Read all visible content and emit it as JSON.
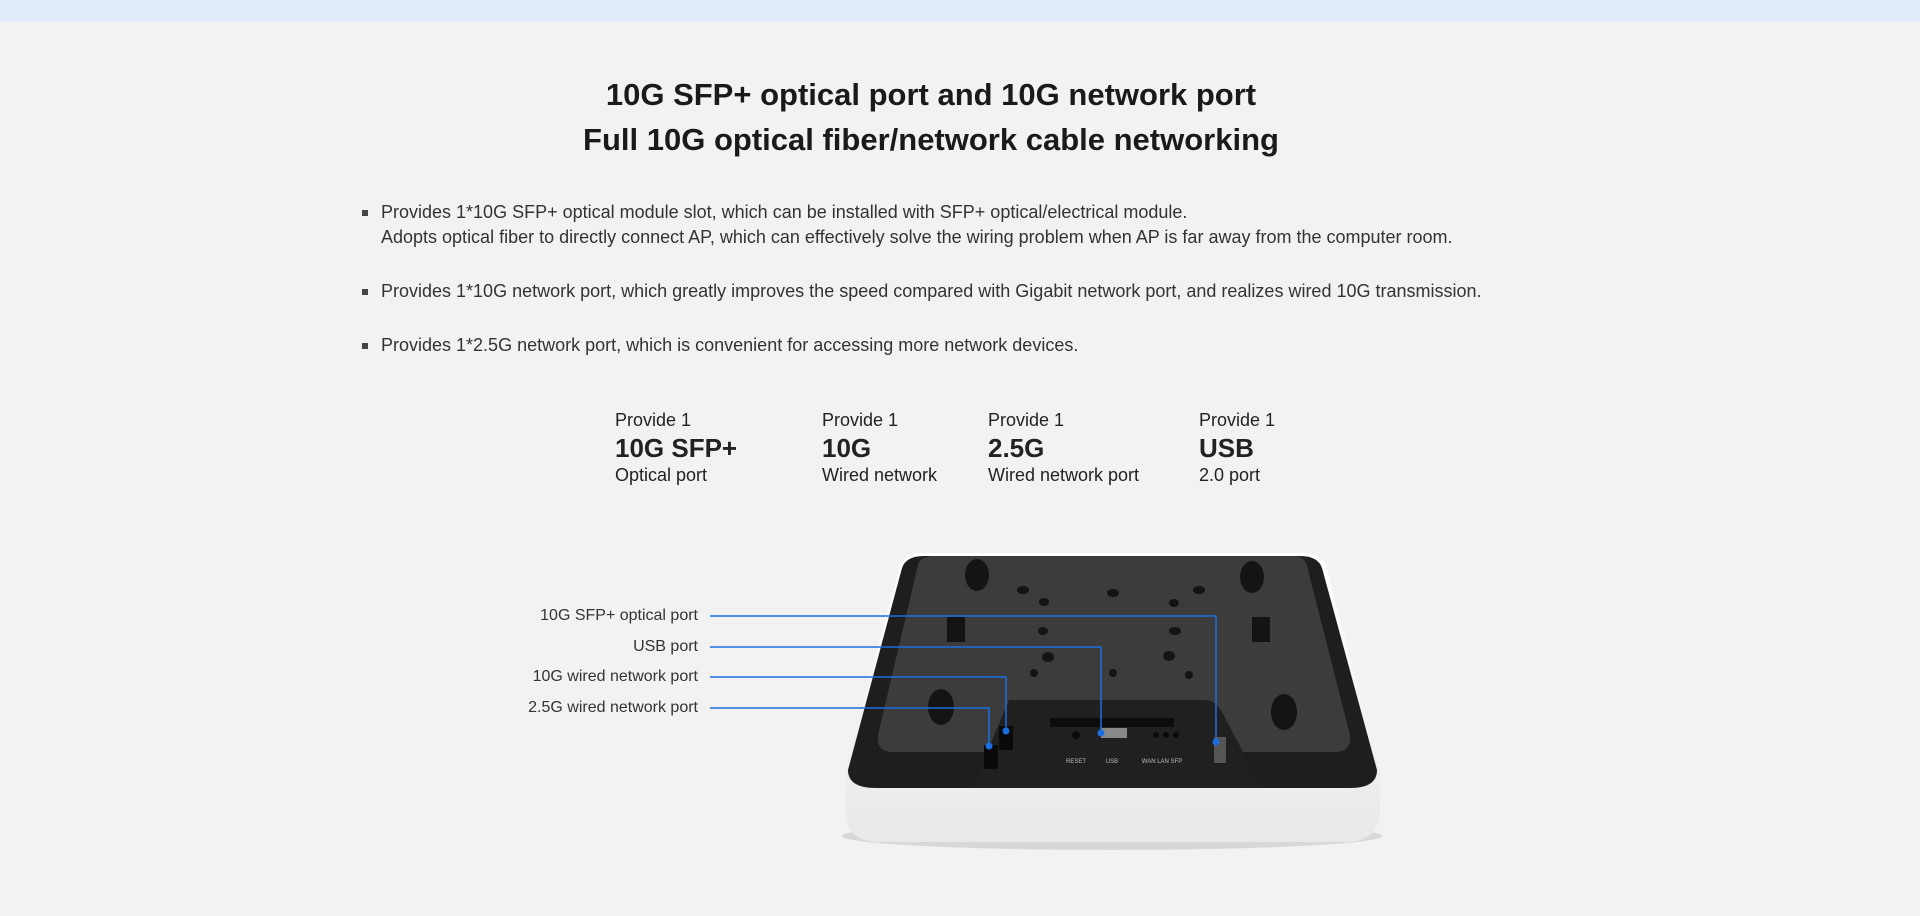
{
  "title": {
    "line1": "10G SFP+ optical port and 10G network port",
    "line2": "Full 10G optical fiber/network cable networking"
  },
  "bullets": [
    {
      "line1": "Provides 1*10G SFP+ optical module slot, which can be installed with SFP+ optical/electrical module.",
      "line2": "Adopts optical fiber to directly connect AP, which can effectively solve the wiring problem when AP is far away from the computer room."
    },
    {
      "line1": "Provides 1*10G network port, which greatly improves the speed compared with Gigabit network port, and realizes wired 10G transmission."
    },
    {
      "line1": "Provides 1*2.5G network port, which is convenient for accessing more network devices."
    }
  ],
  "specs": [
    {
      "provide": "Provide 1",
      "big": "10G SFP+",
      "sub": "Optical port"
    },
    {
      "provide": "Provide 1",
      "big": "10G",
      "sub": "Wired network"
    },
    {
      "provide": "Provide 1",
      "big": "2.5G",
      "sub": "Wired network port"
    },
    {
      "provide": "Provide 1",
      "big": "USB",
      "sub": "2.0 port"
    }
  ],
  "callouts": [
    "10G SFP+ optical port",
    "USB port",
    "10G wired network port",
    "2.5G wired network port"
  ],
  "device_labels": {
    "reset": "RESET",
    "usb": "USB",
    "wan_lan_sfp": "WAN LAN SFP"
  },
  "colors": {
    "accent": "#1a6fe0",
    "background": "#f2f2f2",
    "top_band": "#e2ebfb"
  }
}
